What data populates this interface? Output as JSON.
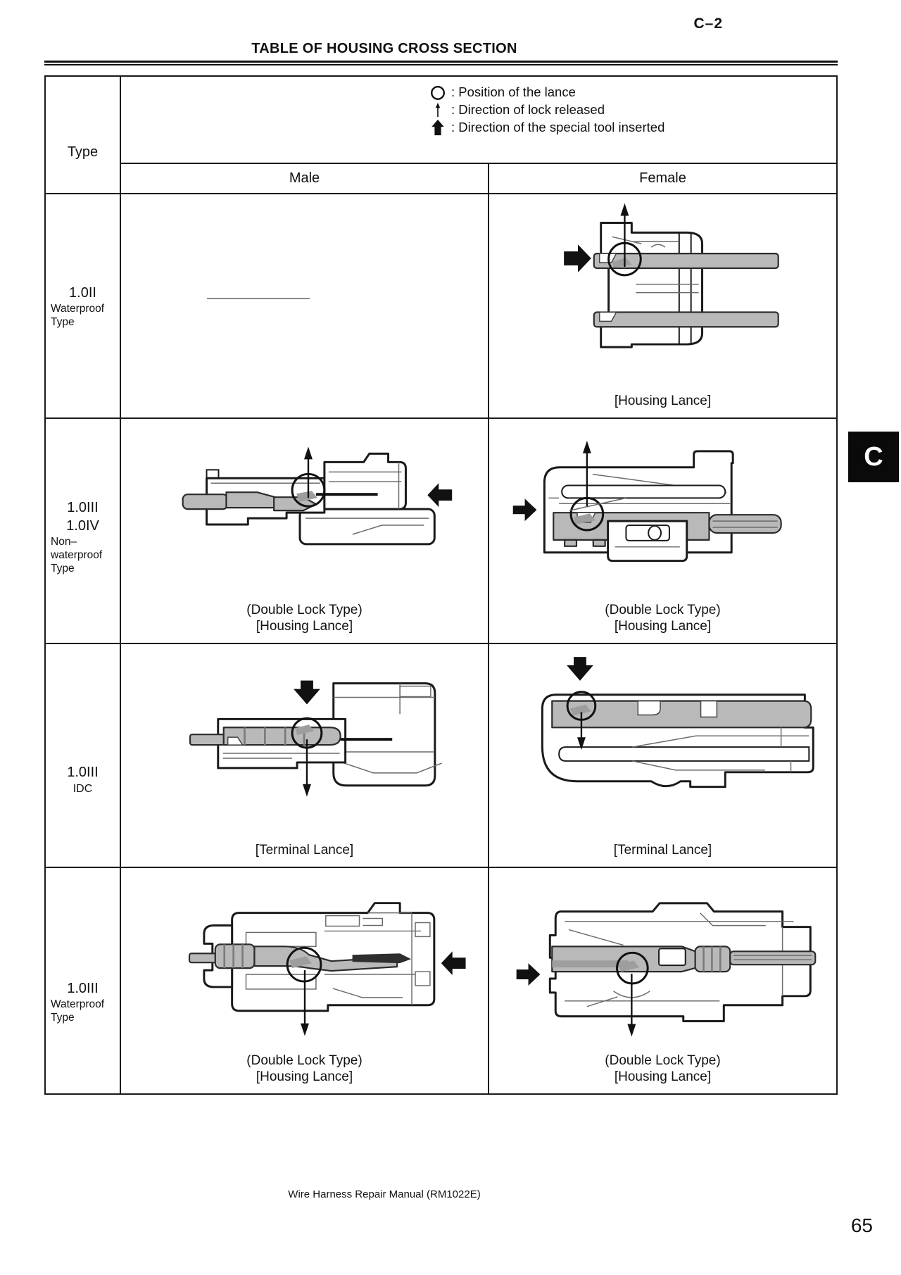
{
  "page": {
    "corner_label": "C–2",
    "title": "TABLE OF HOUSING CROSS SECTION",
    "side_tab": "C",
    "footer": "Wire Harness Repair Manual (RM1022E)",
    "page_number": "65"
  },
  "legend": {
    "lance": ": Position of the lance",
    "lock": ": Direction of lock released",
    "tool": ": Direction of the special tool inserted"
  },
  "table": {
    "type_header": "Type",
    "male_header": "Male",
    "female_header": "Female",
    "rows": [
      {
        "types": [
          "1.0II"
        ],
        "subtypes": [
          "Waterproof",
          "Type"
        ],
        "male_captions": [],
        "female_captions": [
          "[Housing Lance]"
        ]
      },
      {
        "types": [
          "1.0III",
          "1.0IV"
        ],
        "subtypes": [
          "Non–",
          "waterproof",
          "Type"
        ],
        "male_captions": [
          "(Double Lock Type)",
          "[Housing Lance]"
        ],
        "female_captions": [
          "(Double Lock Type)",
          "[Housing Lance]"
        ]
      },
      {
        "types": [
          "1.0III"
        ],
        "subtypes": [
          "IDC"
        ],
        "male_captions": [
          "[Terminal Lance]"
        ],
        "female_captions": [
          "[Terminal Lance]"
        ]
      },
      {
        "types": [
          "1.0III"
        ],
        "subtypes": [
          "Waterproof",
          "Type"
        ],
        "male_captions": [
          "(Double Lock Type)",
          "[Housing Lance]"
        ],
        "female_captions": [
          "(Double Lock Type)",
          "[Housing Lance]"
        ]
      }
    ]
  },
  "colors": {
    "ink": "#1a1a1a",
    "metal_gray": "#b9b9b9",
    "tab_bg": "#0a0a0a"
  }
}
